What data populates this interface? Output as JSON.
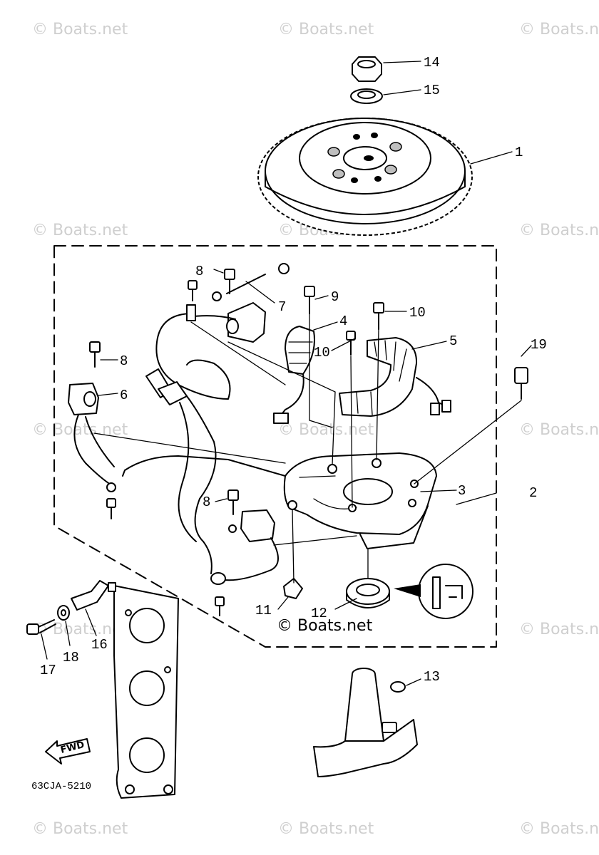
{
  "diagram": {
    "drawing_code": "63CJA-5210",
    "direction_label": "FWD",
    "watermark": "© Boats.net",
    "callouts": {
      "c1": "1",
      "c2": "2",
      "c3": "3",
      "c4": "4",
      "c5": "5",
      "c6": "6",
      "c7": "7",
      "c8a": "8",
      "c8b": "8",
      "c8c": "8",
      "c9": "9",
      "c10a": "10",
      "c10b": "10",
      "c11": "11",
      "c12": "12",
      "c13": "13",
      "c14": "14",
      "c15": "15",
      "c16": "16",
      "c17": "17",
      "c18": "18",
      "c19": "19"
    }
  }
}
